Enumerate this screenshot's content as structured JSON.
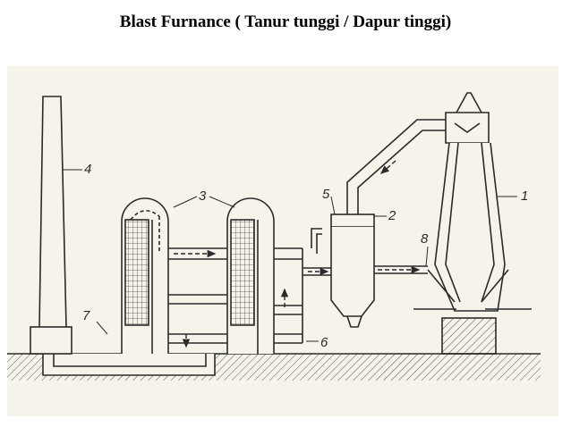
{
  "title": "Blast Furnance ( Tanur tunggi / Dapur tinggi)",
  "labels": [
    "1",
    "2",
    "3",
    "4",
    "5",
    "6",
    "7",
    "8"
  ],
  "colors": {
    "paper": "#f6f3ea",
    "ink": "#2a2a2a",
    "background": "#ffffff"
  }
}
